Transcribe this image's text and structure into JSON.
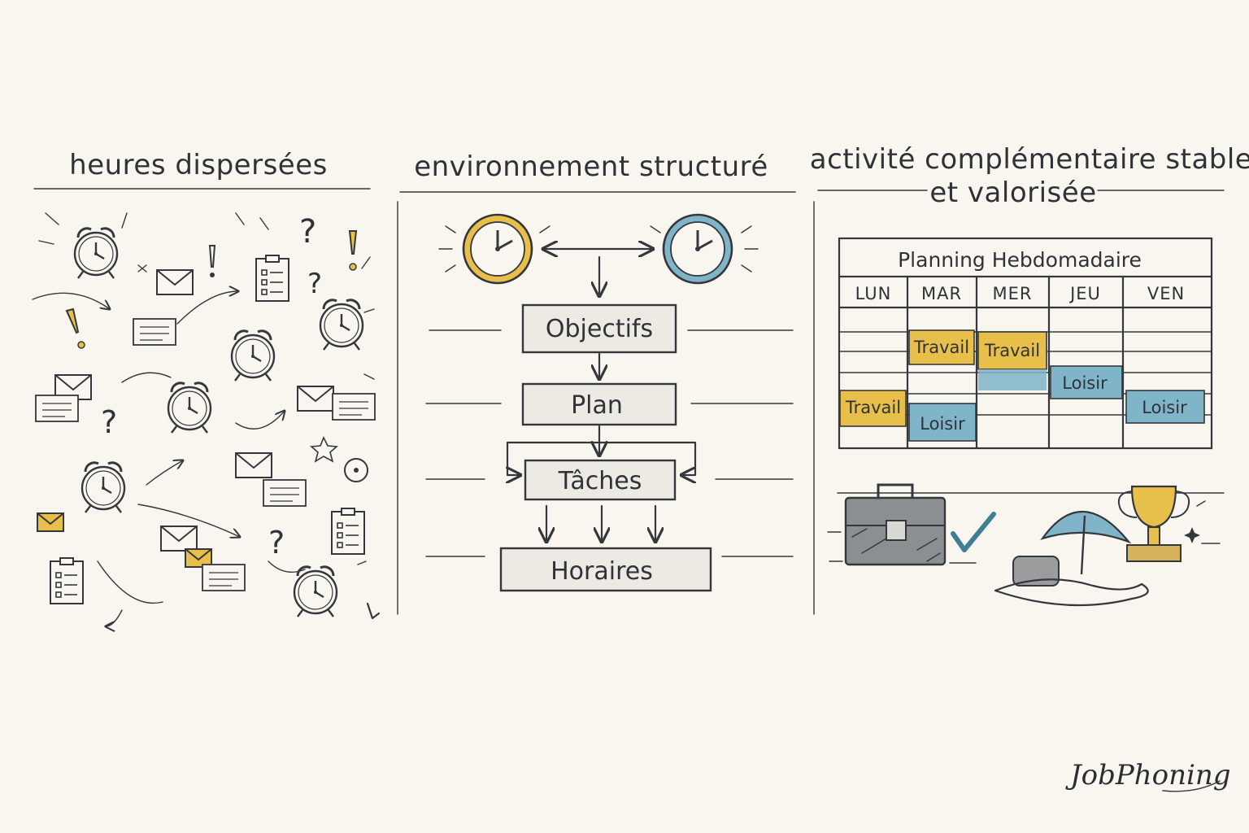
{
  "panels": [
    {
      "title": "heures dispersées"
    },
    {
      "title": "environnement structuré"
    },
    {
      "title_line1": "activité complémentaire stable",
      "title_line2": "et valorisée"
    }
  ],
  "flow": {
    "boxes": [
      "Objectifs",
      "Plan",
      "Tâches",
      "Horaires"
    ]
  },
  "planning": {
    "title": "Planning Hebdomadaire",
    "days": [
      "LUN",
      "MAR",
      "MER",
      "JEU",
      "VEN"
    ],
    "entries": [
      {
        "day": "MAR",
        "label": "Travail",
        "kind": "travail"
      },
      {
        "day": "MER",
        "label": "Travail",
        "kind": "travail"
      },
      {
        "day": "JEU",
        "label": "Loisir",
        "kind": "loisir"
      },
      {
        "day": "LUN",
        "label": "Travail",
        "kind": "travail"
      },
      {
        "day": "MAR",
        "label": "Loisir",
        "kind": "loisir"
      },
      {
        "day": "VEN",
        "label": "Loisir",
        "kind": "loisir"
      }
    ]
  },
  "colors": {
    "travail": "#e8bf4a",
    "loisir": "#7fb4c9",
    "ink": "#2f3338",
    "background": "#f8f6ee"
  },
  "icons": [
    "alarm-clock-icon",
    "envelope-icon",
    "clipboard-icon",
    "exclamation-icon",
    "question-icon",
    "clock-icon",
    "briefcase-icon",
    "check-icon",
    "umbrella-icon",
    "trophy-icon"
  ],
  "brand": "JobPhoning"
}
